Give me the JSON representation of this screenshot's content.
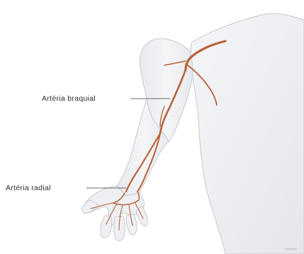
{
  "labels": {
    "brachial": "Artéria braquial",
    "radial": "Artéria radial"
  },
  "credit": "ilustração",
  "colors": {
    "skin_fill": "#f1f2f5",
    "skin_shadow": "#e3e5ea",
    "outline": "#c6c9d0",
    "artery": "#b9623c",
    "artery_light": "#cc7650",
    "leader_line": "#3a3a3a",
    "label_text": "#2b2b2b"
  }
}
